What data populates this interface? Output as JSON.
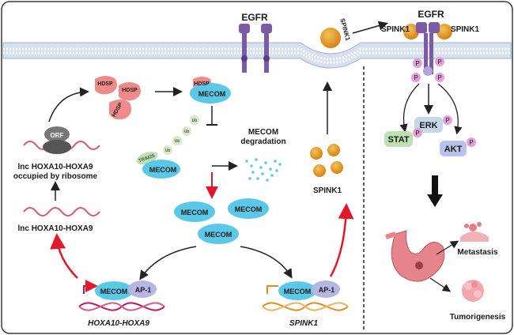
{
  "labels": {
    "egfr_left": "EGFR",
    "spink1_membrane": "SPINK1",
    "egfr_right": "EGFR",
    "spink1_left_bound": "SPINK1",
    "spink1_right_bound": "SPINK1",
    "p": "P",
    "erk": "ERK",
    "stat": "STAT",
    "akt": "AKT",
    "metastasis": "Metastasis",
    "tumorigenesis": "Tumorigenesis",
    "hdsp": "HDSP",
    "mecom": "MECOM",
    "mecom_degradation": "MECOM\ndegradation",
    "trim25": "TRIM25",
    "ub": "Ub",
    "orf": "ORF",
    "lnc_ribosome": "lnc HOXA10-HOXA9\noccupied by ribosome",
    "lnc": "lnc HOXA10-HOXA9",
    "spink1_free": "SPINK1",
    "ap1": "AP-1",
    "gene_hoxa": "HOXA10-HOXA9",
    "gene_spink1": "SPINK1"
  },
  "colors": {
    "membrane": "#c9d6e6",
    "mecom": "#5bc8e8",
    "hdsp": "#f08a8a",
    "ap1": "#b7b5e4",
    "spink1": "#e39a1e",
    "egfr": "#7b5aa6",
    "red_arrow": "#e0182a"
  }
}
